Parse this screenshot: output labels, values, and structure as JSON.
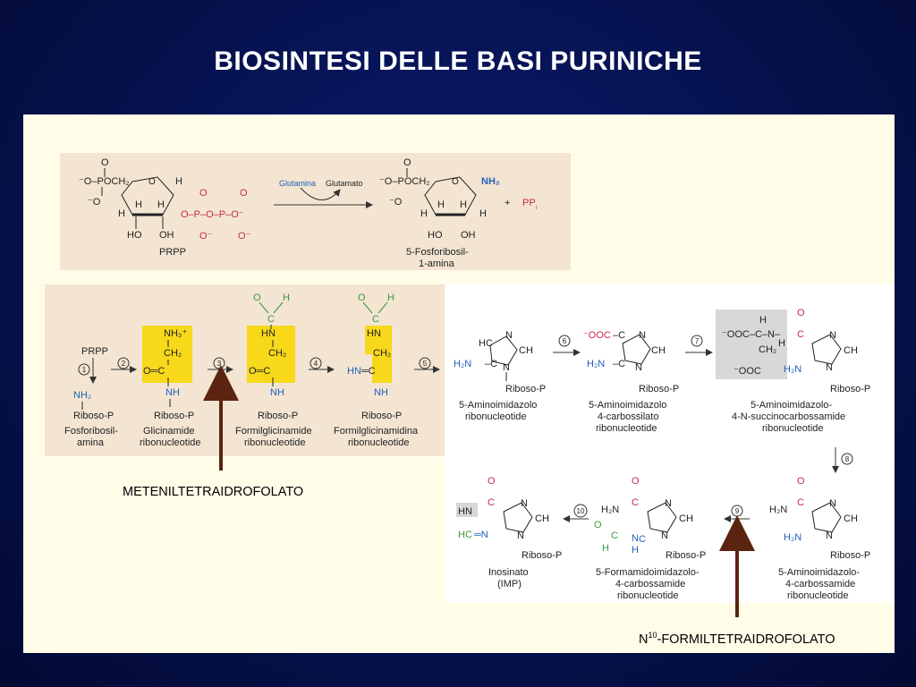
{
  "slide": {
    "title": "BIOSINTESI DELLE BASI PURINICHE"
  },
  "reaction1": {
    "reactant_name": "PRPP",
    "arrow_top_left": "Glutamina",
    "arrow_top_right": "Glutamato",
    "product_name_line1": "5-Fosforibosil-",
    "product_name_line2": "1-amina",
    "coproduct": "PP",
    "coproduct_sub": "i",
    "plus": "+"
  },
  "pathway": {
    "start_label": "PRPP",
    "steps": [
      "1",
      "2",
      "3",
      "4",
      "5",
      "6",
      "7",
      "8",
      "9",
      "10"
    ],
    "compounds": [
      {
        "id": "c1",
        "line1": "Fosforibosil-",
        "line2": "amina"
      },
      {
        "id": "c2",
        "line1": "Glicinamide",
        "line2": "ribonucleotide"
      },
      {
        "id": "c3",
        "line1": "Formilglicinamide",
        "line2": "ribonucleotide"
      },
      {
        "id": "c4",
        "line1": "Formilglicinamidina",
        "line2": "ribonucleotide"
      },
      {
        "id": "c5",
        "line1": "5-Aminoimidazolo",
        "line2": "ribonucleotide"
      },
      {
        "id": "c6",
        "line1": "5-Aminoimidazolo",
        "line2": "4-carbossilato",
        "line3": "ribonucleotide"
      },
      {
        "id": "c7",
        "line1": "5-Aminoimidazolo-",
        "line2": "4-N-succinocarbossamide",
        "line3": "ribonucleotide"
      },
      {
        "id": "c8",
        "line1": "5-Aminoimidazolo-",
        "line2": "4-carbossamide",
        "line3": "ribonucleotide"
      },
      {
        "id": "c9",
        "line1": "5-Formamidoimidazolo-",
        "line2": "4-carbossamide",
        "line3": "ribonucleotide"
      },
      {
        "id": "c10",
        "line1": "Inosinato",
        "line2": "(IMP)"
      }
    ],
    "ribose": "Riboso-P"
  },
  "annotations": {
    "methenyl": "METENILTETRAIDROFOLATO",
    "formyl_prefix": "N",
    "formyl_sup": "10",
    "formyl_rest": "-FORMILTETRAIDROFOLATO"
  },
  "colors": {
    "background": "#06124f",
    "panel": "#fffde8",
    "scan": "#f3e5d2",
    "highlight": "#f7d81a",
    "nitrogen_blue": "#1f5fb8",
    "oxygen_red": "#c8284c",
    "formyl_green": "#3a9a3a",
    "arrow_brown": "#5a2410"
  }
}
